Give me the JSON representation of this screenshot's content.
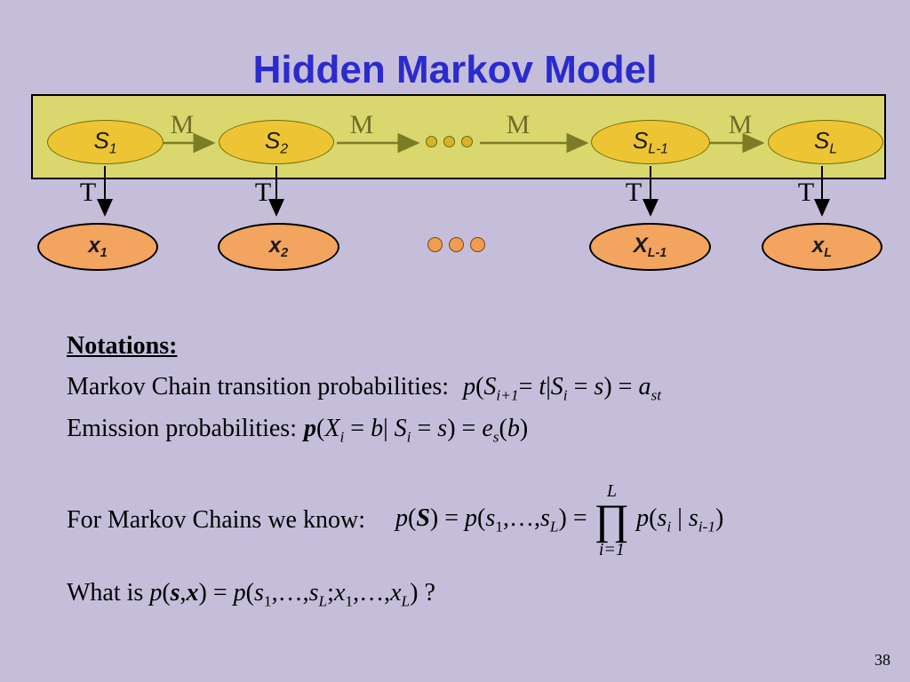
{
  "slide": {
    "title": "Hidden Markov Model",
    "page_number": "38"
  },
  "diagram": {
    "m_label": "M",
    "t_label": "T",
    "s_nodes": [
      {
        "main": "S",
        "sub": "1"
      },
      {
        "main": "S",
        "sub": "2"
      },
      {
        "main": "S",
        "sub": "L-1"
      },
      {
        "main": "S",
        "sub": "L"
      }
    ],
    "x_nodes": [
      {
        "main": "x",
        "sub": "1"
      },
      {
        "main": "x",
        "sub": "2"
      },
      {
        "main": "X",
        "sub": "L-1"
      },
      {
        "main": "x",
        "sub": "L"
      }
    ],
    "colors": {
      "background": "#c5bedb",
      "title_blue": "#2b2bcd",
      "box_fill": "#d9d76e",
      "state_fill": "#edc434",
      "emission_fill": "#f3a45f",
      "arrow_olive": "#7c7c26"
    }
  },
  "text": {
    "notations_heading": "Notations:",
    "transition_line": {
      "label": "Markov Chain transition probabilities:",
      "formula": [
        {
          "t": "p",
          "s": "it"
        },
        {
          "t": "(",
          "s": ""
        },
        {
          "t": "S",
          "s": "it"
        },
        {
          "t": "i+1",
          "s": "sub it"
        },
        {
          "t": "= ",
          "s": ""
        },
        {
          "t": "t",
          "s": "it"
        },
        {
          "t": "|",
          "s": ""
        },
        {
          "t": "S",
          "s": "it"
        },
        {
          "t": "i",
          "s": "sub it"
        },
        {
          "t": " = ",
          "s": ""
        },
        {
          "t": "s",
          "s": "it"
        },
        {
          "t": ")",
          "s": ""
        },
        {
          "t": " = ",
          "s": ""
        },
        {
          "t": "a",
          "s": "it"
        },
        {
          "t": "st",
          "s": "sub it"
        }
      ]
    },
    "emission_line": {
      "label": "Emission probabilities:",
      "formula": [
        {
          "t": "p",
          "s": "bi"
        },
        {
          "t": "(",
          "s": ""
        },
        {
          "t": "X",
          "s": "it"
        },
        {
          "t": "i",
          "s": "sub it"
        },
        {
          "t": " = ",
          "s": ""
        },
        {
          "t": "b",
          "s": "it"
        },
        {
          "t": "| ",
          "s": ""
        },
        {
          "t": "S",
          "s": "it"
        },
        {
          "t": "i",
          "s": "sub it"
        },
        {
          "t": " = ",
          "s": ""
        },
        {
          "t": "s",
          "s": "it"
        },
        {
          "t": ") = ",
          "s": ""
        },
        {
          "t": "e",
          "s": "it"
        },
        {
          "t": "s",
          "s": "sub it"
        },
        {
          "t": "(",
          "s": ""
        },
        {
          "t": "b",
          "s": "it"
        },
        {
          "t": ")",
          "s": ""
        }
      ]
    },
    "markov_line": {
      "label": "For Markov Chains we know:",
      "formula_left": [
        {
          "t": "p",
          "s": "it"
        },
        {
          "t": "(",
          "s": ""
        },
        {
          "t": "S",
          "s": "bi"
        },
        {
          "t": ") = ",
          "s": ""
        },
        {
          "t": "p",
          "s": "it"
        },
        {
          "t": "(",
          "s": ""
        },
        {
          "t": "s",
          "s": "it"
        },
        {
          "t": "1",
          "s": "sub"
        },
        {
          "t": ",…,",
          "s": ""
        },
        {
          "t": "s",
          "s": "it"
        },
        {
          "t": "L",
          "s": "sub it"
        },
        {
          "t": ") = ",
          "s": ""
        }
      ],
      "product": {
        "top": "L",
        "symbol": "∏",
        "bottom": "i=1"
      },
      "formula_right": [
        {
          "t": "p",
          "s": "it"
        },
        {
          "t": "(",
          "s": ""
        },
        {
          "t": "s",
          "s": "it"
        },
        {
          "t": "i",
          "s": "sub it"
        },
        {
          "t": " | ",
          "s": ""
        },
        {
          "t": "s",
          "s": "it"
        },
        {
          "t": "i-1",
          "s": "sub it"
        },
        {
          "t": ")",
          "s": ""
        }
      ]
    },
    "question_line": {
      "formula": [
        {
          "t": "What is ",
          "s": ""
        },
        {
          "t": "p",
          "s": "it"
        },
        {
          "t": "(",
          "s": ""
        },
        {
          "t": "s",
          "s": "bi"
        },
        {
          "t": ",",
          "s": ""
        },
        {
          "t": "x",
          "s": "bi"
        },
        {
          "t": ") = ",
          "s": ""
        },
        {
          "t": "p",
          "s": "it"
        },
        {
          "t": "(",
          "s": ""
        },
        {
          "t": "s",
          "s": "it"
        },
        {
          "t": "1",
          "s": "sub"
        },
        {
          "t": ",…,",
          "s": ""
        },
        {
          "t": "s",
          "s": "it"
        },
        {
          "t": "L",
          "s": "sub it"
        },
        {
          "t": ";",
          "s": ""
        },
        {
          "t": "x",
          "s": "it"
        },
        {
          "t": "1",
          "s": "sub"
        },
        {
          "t": ",…,",
          "s": ""
        },
        {
          "t": "x",
          "s": "it"
        },
        {
          "t": "L",
          "s": "sub it"
        },
        {
          "t": ") ?",
          "s": ""
        }
      ]
    }
  }
}
